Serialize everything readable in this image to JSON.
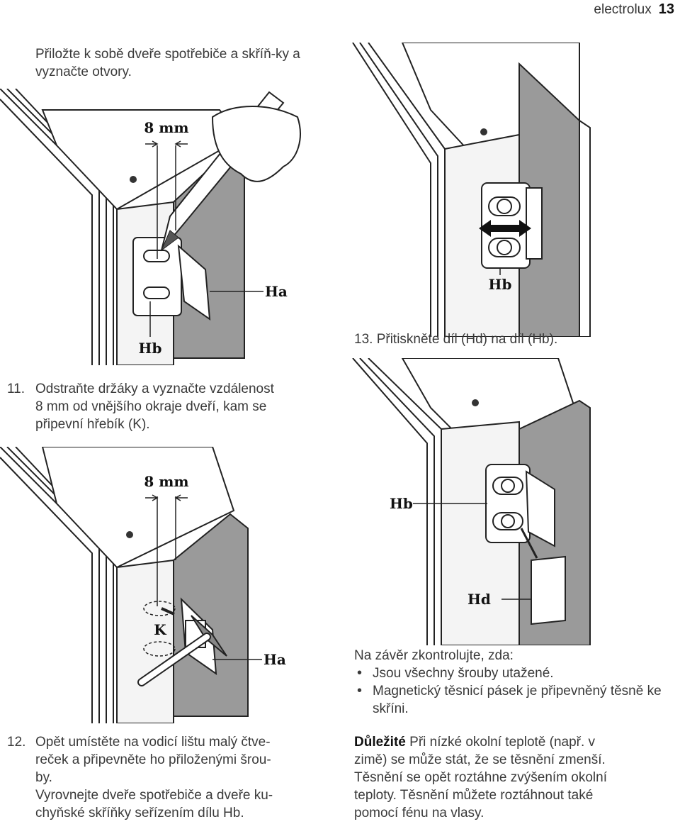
{
  "header": {
    "brand": "electrolux",
    "page_number": "13"
  },
  "intro_text": "Přiložte k sobě dveře spotřebiče a skříň-ky a vyznačte otvory.",
  "step11": {
    "number": "11.",
    "lines": [
      "Odstraňte držáky a vyznačte vzdálenost",
      "8 mm od vnějšího okraje dveří, kam se",
      "připevní hřebík (K)."
    ]
  },
  "step12": {
    "number": "12.",
    "lines": [
      "Opět umístěte na vodicí lištu malý čtve-",
      "reček a připevněte ho přiloženými šrou-",
      "by.",
      "Vyrovnejte dveře spotřebiče a dveře ku-",
      "chyňské skříňky seřízením dílu Hb."
    ]
  },
  "step13": {
    "number": "13.",
    "text": "Přitiskněte díl (Hd) na díl (Hb)."
  },
  "final_check": {
    "intro": "Na závěr zkontrolujte, zda:",
    "items": [
      "Jsou všechny šrouby utažené.",
      "Magnetický těsnicí pásek je připevněný těsně ke skříni."
    ]
  },
  "important": {
    "label": "Důležité",
    "lines": [
      "Při nízké okolní teplotě (např. v",
      "zimě) se může stát, že se těsnění zmenší.",
      "Těsnění se opět roztáhne zvýšením okolní",
      "teploty. Těsnění můžete roztáhnout také",
      "pomocí fénu na vlasy."
    ]
  },
  "figures": {
    "fig1": {
      "dim": "8 mm",
      "label_ha": "Ha",
      "label_hb": "Hb"
    },
    "fig2": {
      "label_hb": "Hb"
    },
    "fig3": {
      "dim": "8 mm",
      "label_k": "K",
      "label_ha": "Ha"
    },
    "fig4": {
      "label_hb": "Hb",
      "label_hd": "Hd"
    }
  }
}
